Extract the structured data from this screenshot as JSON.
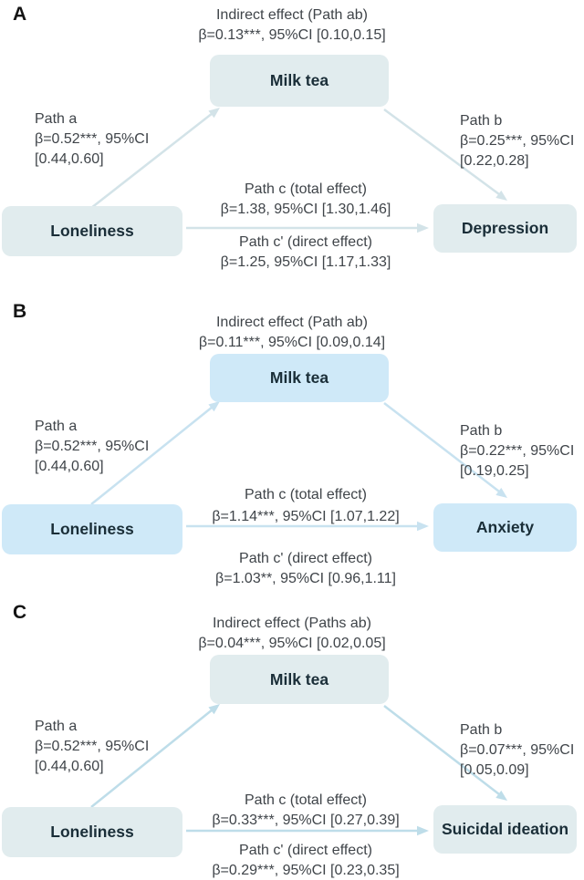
{
  "figure": {
    "panels": [
      {
        "letter": "A",
        "indirect": {
          "title": "Indirect effect (Path ab)",
          "value": "β=0.13***, 95%CI [0.10,0.15]"
        },
        "mediator": "Milk tea",
        "predictor": "Loneliness",
        "outcome": "Depression",
        "path_a": {
          "title": "Path a",
          "beta": "β=0.52***, 95%CI",
          "ci": "[0.44,0.60]"
        },
        "path_b": {
          "title": "Path b",
          "beta": "β=0.25***, 95%CI",
          "ci": "[0.22,0.28]"
        },
        "path_c": {
          "title": "Path c (total effect)",
          "value": "β=1.38, 95%CI [1.30,1.46]"
        },
        "path_c_prime": {
          "title": "Path c' (direct effect)",
          "value": "β=1.25, 95%CI [1.17,1.33]"
        },
        "colors": {
          "box_fill": "#e1ecee",
          "arrow": "#d3e3e8"
        }
      },
      {
        "letter": "B",
        "indirect": {
          "title": "Indirect effect (Path ab)",
          "value": "β=0.11***, 95%CI [0.09,0.14]"
        },
        "mediator": "Milk tea",
        "predictor": "Loneliness",
        "outcome": "Anxiety",
        "path_a": {
          "title": "Path a",
          "beta": "β=0.52***, 95%CI",
          "ci": "[0.44,0.60]"
        },
        "path_b": {
          "title": "Path b",
          "beta": "β=0.22***, 95%CI",
          "ci": "[0.19,0.25]"
        },
        "path_c": {
          "title": "Path c (total effect)",
          "value": "β=1.14***, 95%CI [1.07,1.22]"
        },
        "path_c_prime": {
          "title": "Path c' (direct effect)",
          "value": "β=1.03**, 95%CI [0.96,1.11]"
        },
        "colors": {
          "box_fill": "#cfe9f8",
          "arrow": "#c8e2f0"
        }
      },
      {
        "letter": "C",
        "indirect": {
          "title": "Indirect effect (Paths ab)",
          "value": "β=0.04***, 95%CI [0.02,0.05]"
        },
        "mediator": "Milk tea",
        "predictor": "Loneliness",
        "outcome": "Suicidal ideation",
        "path_a": {
          "title": "Path a",
          "beta": "β=0.52***, 95%CI",
          "ci": "[0.44,0.60]"
        },
        "path_b": {
          "title": "Path b",
          "beta": "β=0.07***, 95%CI",
          "ci": "[0.05,0.09]"
        },
        "path_c": {
          "title": "Path c (total effect)",
          "value": "β=0.33***, 95%CI [0.27,0.39]"
        },
        "path_c_prime": {
          "title": "Path c' (direct effect)",
          "value": "β=0.29***, 95%CI [0.23,0.35]"
        },
        "colors": {
          "box_fill": "#e1ecee",
          "arrow": "#bedde9"
        }
      }
    ]
  }
}
